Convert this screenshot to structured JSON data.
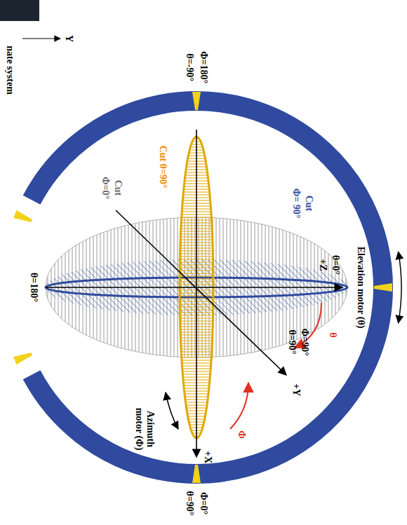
{
  "diagram": {
    "labels": [
      "Elevation motor (θ)",
      "θ=0°",
      "+Z",
      "Cut",
      "Φ= 90°",
      "Cut",
      "Φ=0°",
      "Cut θ=90°",
      "θ=180°",
      "Φ=90°",
      "θ=90°",
      "+Y",
      "+X",
      "Φ",
      "θ",
      "Azimuth motor (Φ)",
      "Φ=0°",
      "θ=90°",
      "Φ=180°",
      "θ=-90°",
      "Y",
      "nate system"
    ]
  }
}
